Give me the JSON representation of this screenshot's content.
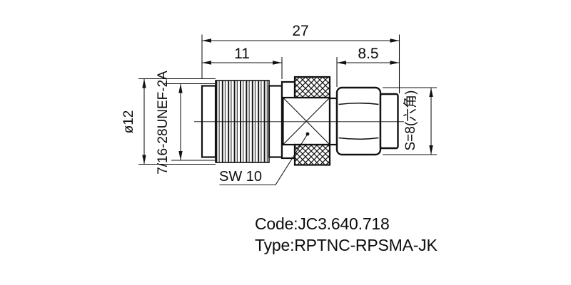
{
  "window": {
    "background": "#ffffff"
  },
  "drawing": {
    "kind": "technical-drawing-rf-adapter",
    "line_color": "#111111",
    "dimensions": {
      "overall_length": "27",
      "tnc_body_length": "11",
      "sma_section_length": "8.5",
      "thread_outer_diameter": "ø12",
      "thread_spec": "7/16-28UNEF-2A",
      "spanner_width": "SW 10",
      "hex_size": "S=8(六角)"
    },
    "notes": {
      "code": "Code:JC3.640.718",
      "type": "Type:RPTNC-RPSMA-JK"
    }
  }
}
